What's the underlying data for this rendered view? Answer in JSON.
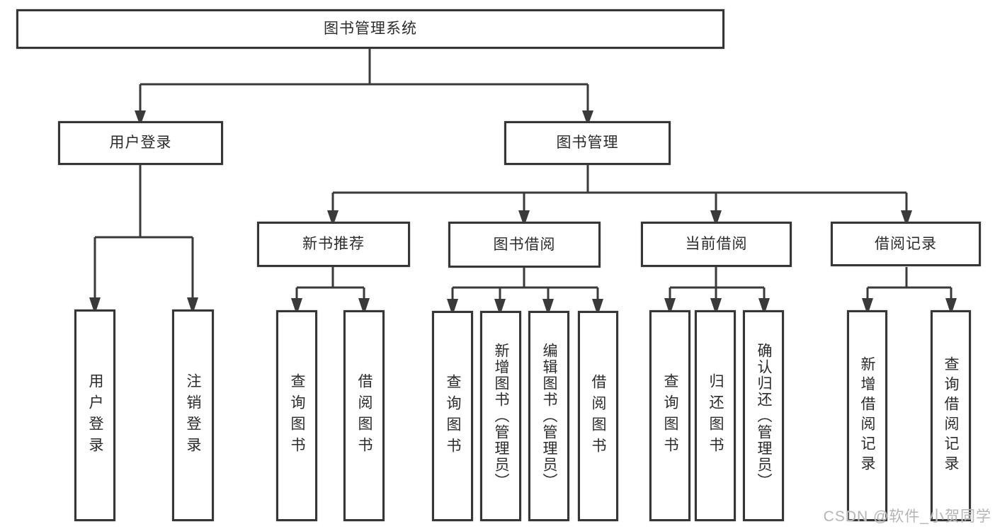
{
  "diagram": {
    "root": {
      "label": "图书管理系统",
      "children": [
        {
          "label": "用户登录",
          "children": [
            {
              "label": "用户登录"
            },
            {
              "label": "注销登录"
            }
          ]
        },
        {
          "label": "图书管理",
          "children": [
            {
              "label": "新书推荐",
              "children": [
                {
                  "label": "查询图书"
                },
                {
                  "label": "借阅图书"
                }
              ]
            },
            {
              "label": "图书借阅",
              "children": [
                {
                  "label": "查询图书"
                },
                {
                  "label": "新增图书（管理员）"
                },
                {
                  "label": "编辑图书（管理员）"
                },
                {
                  "label": "借阅图书"
                }
              ]
            },
            {
              "label": "当前借阅",
              "children": [
                {
                  "label": "查询图书"
                },
                {
                  "label": "归还图书"
                },
                {
                  "label": "确认归还（管理员）"
                }
              ]
            },
            {
              "label": "借阅记录",
              "children": [
                {
                  "label": "新增借阅记录"
                },
                {
                  "label": "查询借阅记录"
                }
              ]
            }
          ]
        }
      ]
    }
  },
  "watermark": {
    "text": "CSDN @软件_小贺同学"
  },
  "colors": {
    "line": "#3a3a3a",
    "box_border": "#363636",
    "text": "#2b2b2b",
    "watermark": "#b5b5b5",
    "background": "#ffffff"
  }
}
